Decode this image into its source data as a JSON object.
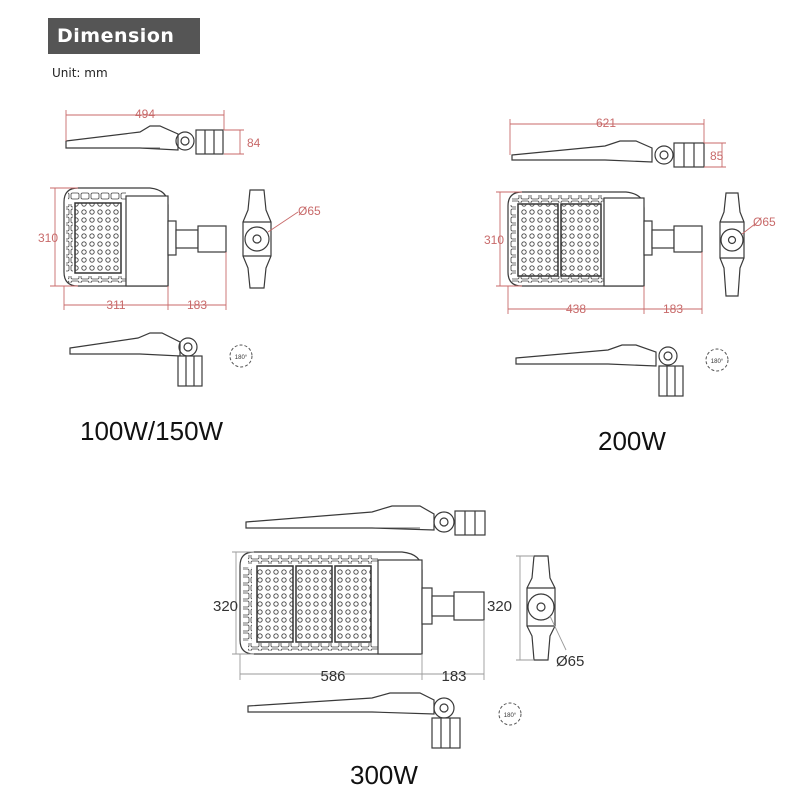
{
  "header": {
    "title": "Dimension",
    "unit": "Unit: mm"
  },
  "colors": {
    "dimension_line": "#c86a6a",
    "outline": "#3a3a3a",
    "header_bg": "#555555"
  },
  "models": [
    {
      "caption": "100W/150W",
      "dims": {
        "side_length": "494",
        "side_height": "84",
        "top_height": "310",
        "body_length": "311",
        "arm_length": "183",
        "pole_dia": "Ø65"
      },
      "rotation": "180°"
    },
    {
      "caption": "200W",
      "dims": {
        "side_length": "621",
        "side_height": "85",
        "top_height": "310",
        "body_length": "438",
        "arm_length": "183",
        "pole_dia": "Ø65"
      },
      "rotation": "180°"
    },
    {
      "caption": "300W",
      "dims": {
        "top_height": "320",
        "end_height": "320",
        "body_length": "586",
        "arm_length": "183",
        "pole_dia": "Ø65"
      },
      "rotation": "180°"
    }
  ]
}
